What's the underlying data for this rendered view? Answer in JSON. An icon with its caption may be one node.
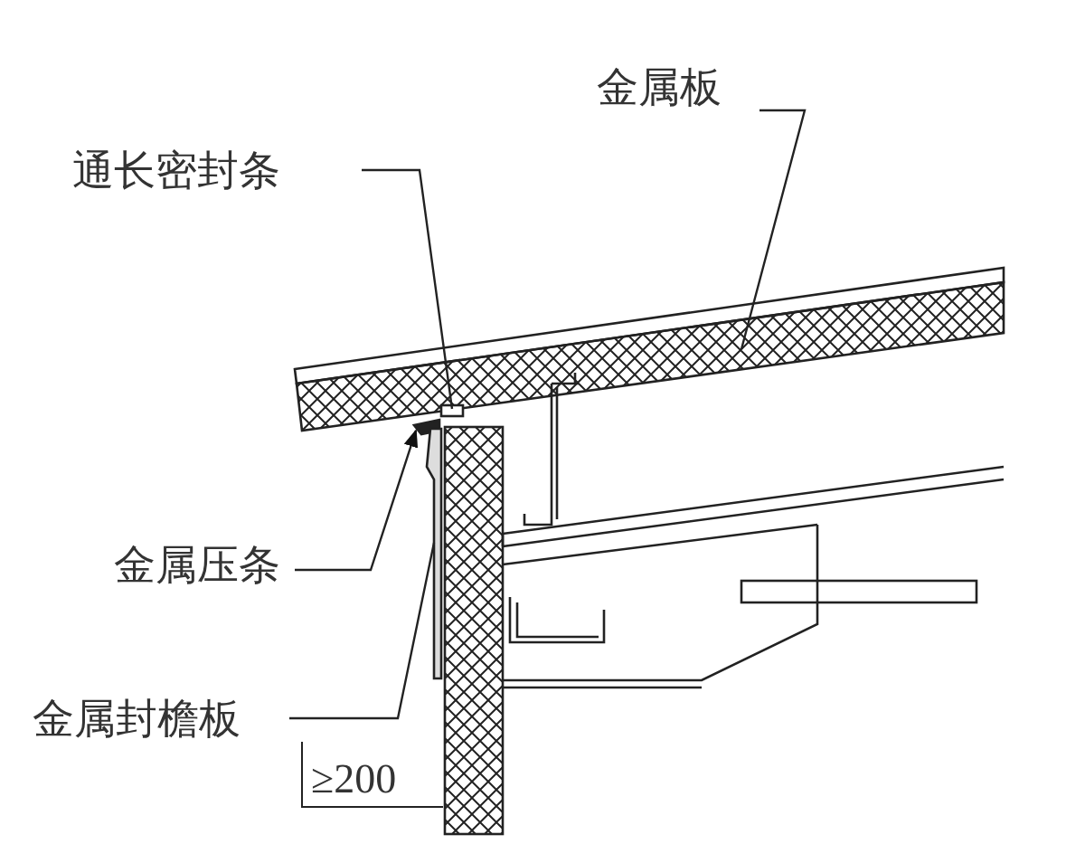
{
  "diagram": {
    "nodes": [
      {
        "text": [
          "金属板"
        ]
      },
      {
        "text": [
          "通长密封条"
        ]
      },
      {
        "text": [
          "金属压条"
        ]
      },
      {
        "text": [
          "金属封檐板"
        ]
      },
      {
        "text": [],
        "shape": "box"
      },
      {
        "text": [],
        "shape": "box"
      },
      {
        "text": [],
        "shape": "box"
      },
      {
        "text": [],
        "shape": "box"
      }
    ],
    "edges": [
      {
        "from": 0,
        "to": 4,
        "arrow": "none"
      },
      {
        "from": 1,
        "to": 5,
        "arrow": "none"
      },
      {
        "from": 2,
        "to": 6,
        "arrow": "to"
      },
      {
        "from": 3,
        "to": 7,
        "arrow": "none"
      }
    ],
    "labels": [
      "≥200"
    ]
  }
}
